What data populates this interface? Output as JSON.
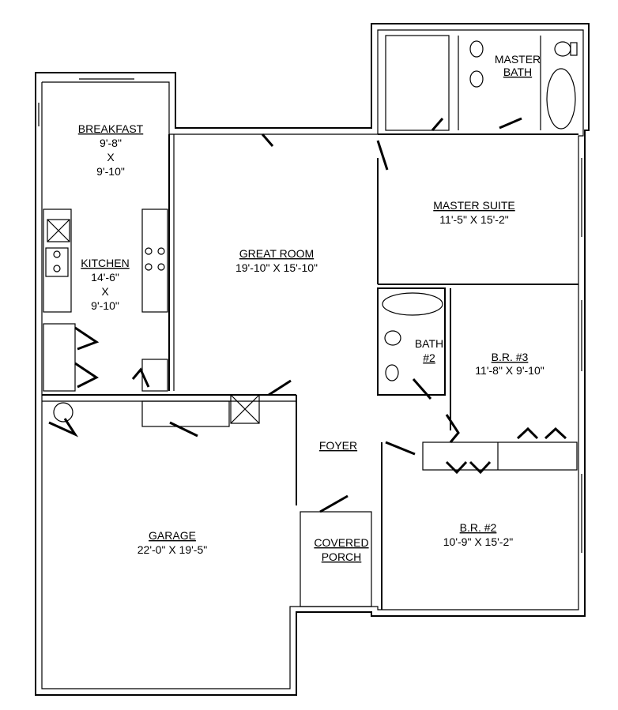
{
  "rooms": {
    "breakfast": {
      "name": "BREAKFAST",
      "dim1": "9'-8\"",
      "x": "X",
      "dim2": "9'-10\""
    },
    "kitchen": {
      "name": "KITCHEN",
      "dim1": "14'-6\"",
      "x": "X",
      "dim2": "9'-10\""
    },
    "great_room": {
      "name": "GREAT ROOM",
      "dims": "19'-10\" X 15'-10\""
    },
    "master_bath": {
      "line1": "MASTER",
      "line2": "BATH"
    },
    "master_suite": {
      "name": "MASTER SUITE",
      "dims": "11'-5\" X 15'-2\""
    },
    "bath2": {
      "line1": "BATH",
      "line2": "#2"
    },
    "br3": {
      "name": "B.R. #3",
      "dims": "11'-8\" X 9'-10\""
    },
    "foyer": {
      "name": "FOYER"
    },
    "garage": {
      "name": "GARAGE",
      "dims": "22'-0\" X 19'-5\""
    },
    "covered_porch": {
      "line1": "COVERED",
      "line2": "PORCH"
    },
    "br2": {
      "name": "B.R. #2",
      "dims": "10'-9\" X 15'-2\""
    }
  }
}
